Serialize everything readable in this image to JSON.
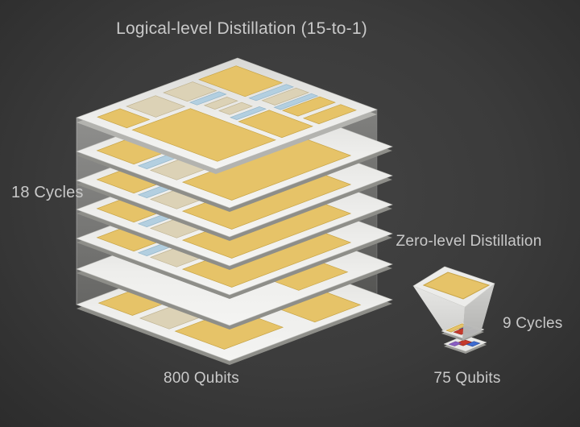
{
  "scene": {
    "background_center": "#444444",
    "background_edge": "#2c2c2c",
    "text_color": "#c9c9c9"
  },
  "logical_stack": {
    "title": "Logical-level Distillation (15-to-1)",
    "cycles_label": "18 Cycles",
    "qubits_label": "800 Qubits",
    "layer_count": 7
  },
  "zero_stack": {
    "title": "Zero-level Distillation",
    "cycles_label": "9 Cycles",
    "qubits_label": "75 Qubits"
  },
  "palette": {
    "plate_white": "#eaeae8",
    "plate_edge": "#b9b9b5",
    "slab_shadow": "#8e8e89",
    "gold": "#e6c368",
    "gold_edge": "#c7a447",
    "tan": "#dcd2b6",
    "tan_edge": "#bfb392",
    "blue": "#b3cfe0",
    "blue_edge": "#93b6cb",
    "wall_left_top": "#a0a09e",
    "wall_left_bottom": "#686866",
    "wall_right_top": "#90908e",
    "wall_right_bottom": "#565654",
    "tile_red": "#c43a2c",
    "tile_blue": "#3f6cd1",
    "tile_purple": "#8a5ec4",
    "tile_yellow": "#e6c368"
  }
}
